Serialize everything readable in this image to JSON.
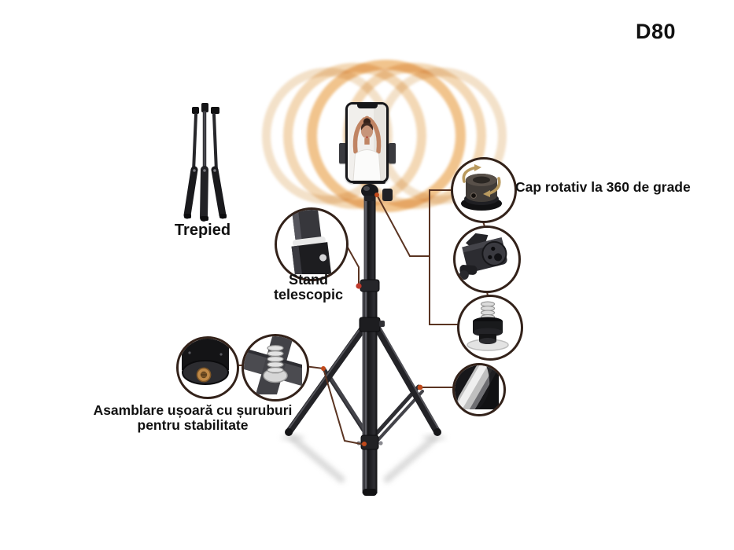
{
  "product_code": "D80",
  "labels": {
    "trepied": "Trepied",
    "stand_line1": "Stand",
    "stand_line2": "telescopic",
    "cap_rotativ": "Cap rotativ la 360 de grade",
    "asamblare_line1": "Asamblare ușoară cu șuruburi",
    "asamblare_line2": "pentru stabilitate"
  },
  "callout_icons": {
    "rotating_head": "rotating-head-360-icon",
    "ball_head_mount": "ball-head-mount-icon",
    "screw_adapter": "screw-adapter-icon",
    "leg_tube": "leg-tube-closeup-icon",
    "telescopic_joint": "telescopic-joint-closeup-icon",
    "threaded_base": "threaded-base-closeup-icon",
    "mounting_screw": "mounting-screw-closeup-icon",
    "folded_tripod": "folded-tripod-icon",
    "ring_light": "ring-light-glow",
    "phone": "smartphone-in-clamp"
  },
  "colors": {
    "background": "#ffffff",
    "text": "#111111",
    "leader_line": "#5a3422",
    "callout_border": "#33221a",
    "ring_glow": "#eec394",
    "marker_dot": "#c0491b",
    "brass": "#c08a48",
    "metal_dark": "#1c1c1f"
  }
}
